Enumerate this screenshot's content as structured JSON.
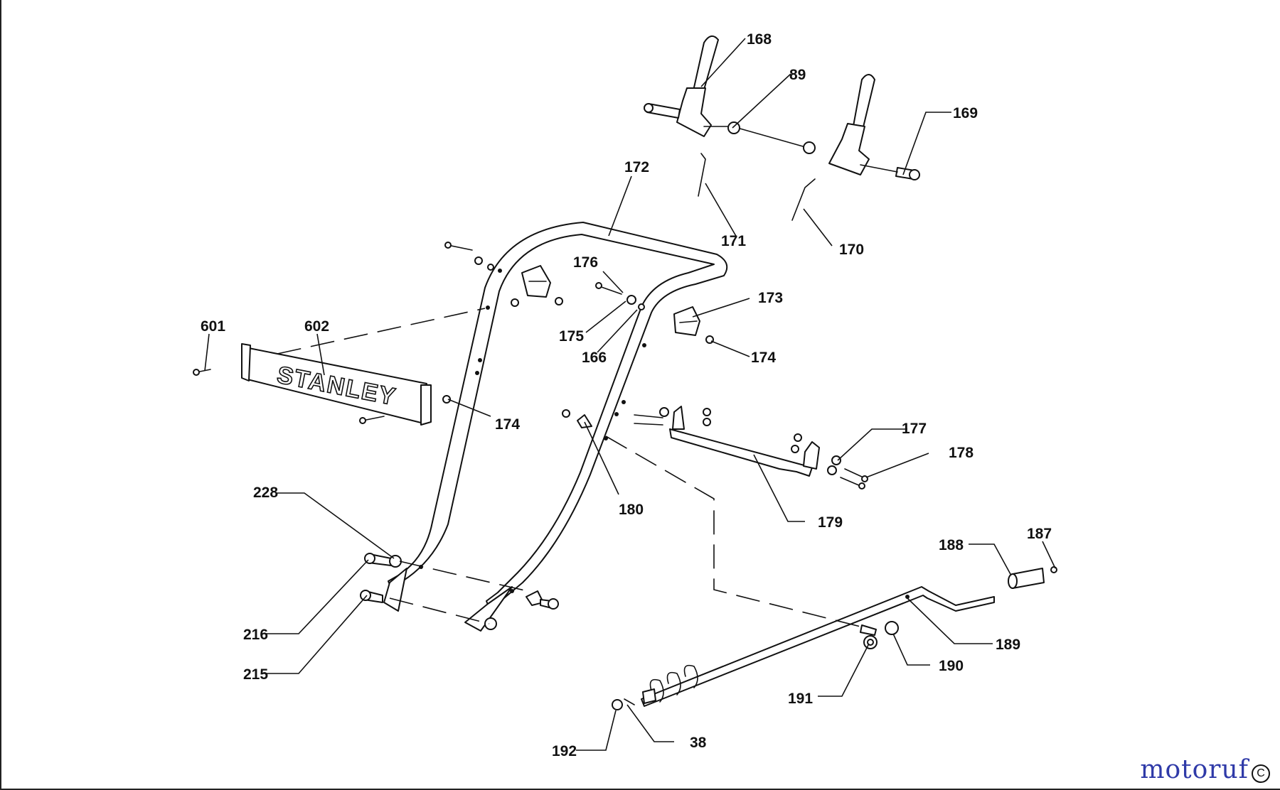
{
  "brand_plate_text": "STANLEY",
  "watermark": "motoruf",
  "watermark_symbol": "C",
  "callouts": {
    "p168": "168",
    "p89": "89",
    "p169": "169",
    "p172": "172",
    "p171": "171",
    "p170": "170",
    "p176": "176",
    "p173": "173",
    "p601": "601",
    "p602": "602",
    "p175": "175",
    "p166": "166",
    "p174a": "174",
    "p174b": "174",
    "p177": "177",
    "p178": "178",
    "p180": "180",
    "p179": "179",
    "p228": "228",
    "p188": "188",
    "p187": "187",
    "p189": "189",
    "p216": "216",
    "p190": "190",
    "p215": "215",
    "p191": "191",
    "p38": "38",
    "p192": "192"
  },
  "colors": {
    "line": "#111111",
    "watermark": "#2f3aa8",
    "background": "#ffffff"
  }
}
